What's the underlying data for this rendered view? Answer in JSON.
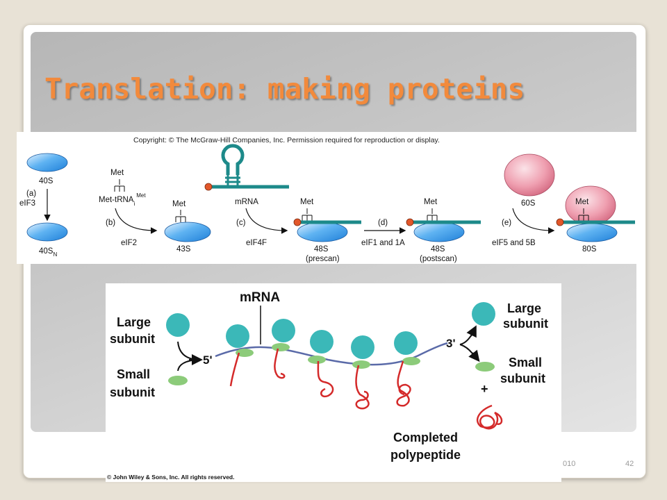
{
  "slide": {
    "title": "Translation: making proteins",
    "date_fragment": "010",
    "page_number": "42"
  },
  "figure_top": {
    "copyright": "Copyright: © The McGraw-Hill Companies, Inc. Permission required for reproduction or display.",
    "label_40s": "40S",
    "label_40sn": "40S",
    "label_40sn_sub": "N",
    "label_a": "(a)",
    "label_eif3": "eIF3",
    "met_1": "Met",
    "met_trna": "Met-tRNA",
    "met_trna_sub": "i",
    "met_trna_sup": "Met",
    "label_b": "(b)",
    "label_eif2": "eIF2",
    "met_2": "Met",
    "label_43s": "43S",
    "label_mrna": "mRNA",
    "label_c": "(c)",
    "label_eif4f": "eIF4F",
    "met_3": "Met",
    "label_48s_a": "48S",
    "label_prescan": "(prescan)",
    "label_d": "(d)",
    "label_eif1": "eIF1 and 1A",
    "met_4": "Met",
    "label_48s_b": "48S",
    "label_postscan": "(postscan)",
    "label_60s": "60S",
    "label_e": "(e)",
    "label_eif5": "eIF5 and 5B",
    "met_5": "Met",
    "label_80s": "80S"
  },
  "figure_bottom": {
    "mrna": "mRNA",
    "large_subunit_l1": "Large",
    "large_subunit_l2": "subunit",
    "small_subunit_l1": "Small",
    "small_subunit_l2": "subunit",
    "five_prime": "5'",
    "three_prime": "3'",
    "large_subunit_r1": "Large",
    "large_subunit_r2": "subunit",
    "small_subunit_r1": "Small",
    "small_subunit_r2": "subunit",
    "plus": "+",
    "completed_l1": "Completed",
    "completed_l2": "polypeptide",
    "copyright": "© John Wiley & Sons, Inc. All rights reserved."
  },
  "colors": {
    "title": "#f28a3c",
    "subunit_blue": "#2a8ee0",
    "ribosome_pink": "#e8869a",
    "mrna_teal": "#1d8a8a",
    "cap_orange": "#e2572a",
    "large_teal": "#3bb8b8",
    "small_green": "#8ccb7a",
    "polypeptide_red": "#d42a2a",
    "mrna_blue": "#5a6aa8"
  }
}
